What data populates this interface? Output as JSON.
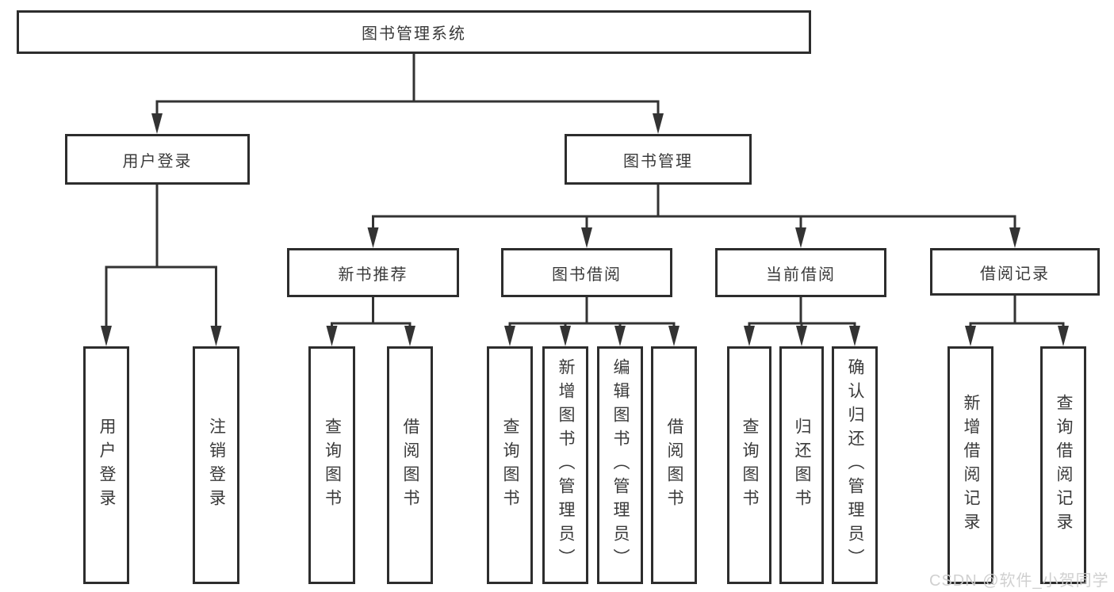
{
  "tree": {
    "label": "图书管理系统",
    "children": [
      {
        "label": "用户登录",
        "children": [
          {
            "label": "用户登录"
          },
          {
            "label": "注销登录"
          }
        ]
      },
      {
        "label": "图书管理",
        "children": [
          {
            "label": "新书推荐",
            "children": [
              {
                "label": "查询图书"
              },
              {
                "label": "借阅图书"
              }
            ]
          },
          {
            "label": "图书借阅",
            "children": [
              {
                "label": "查询图书"
              },
              {
                "label": "新增图书（管理员）"
              },
              {
                "label": "编辑图书（管理员）"
              },
              {
                "label": "借阅图书"
              }
            ]
          },
          {
            "label": "当前借阅",
            "children": [
              {
                "label": "查询图书"
              },
              {
                "label": "归还图书"
              },
              {
                "label": "确认归还（管理员）"
              }
            ]
          },
          {
            "label": "借阅记录",
            "children": [
              {
                "label": "新增借阅记录"
              },
              {
                "label": "查询借阅记录"
              }
            ]
          }
        ]
      }
    ]
  },
  "watermark": {
    "text": "CSDN @软件_小贺同学"
  },
  "colors": {
    "background": "#ffffff",
    "box_border": "#2d2d2d",
    "line": "#333333",
    "text": "#3a3a3a",
    "watermark_text": "#cdcdcd"
  }
}
